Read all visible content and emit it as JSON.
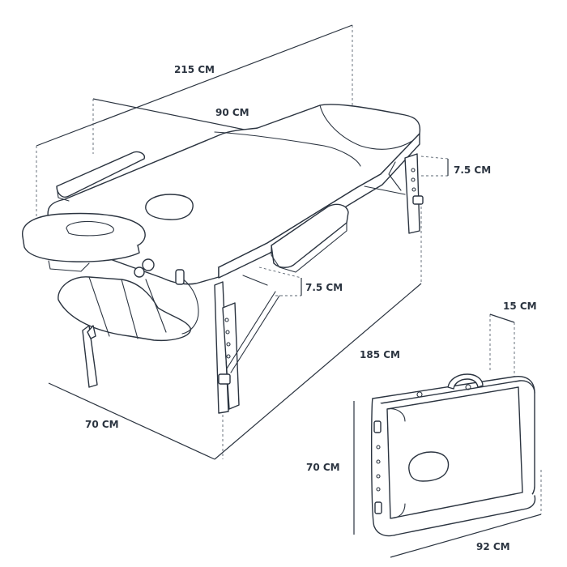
{
  "labels": {
    "length_215": "215 CM",
    "width_90": "90 CM",
    "thickness_top": "7.5 CM",
    "thickness_side": "7.5 CM",
    "length_185": "185 CM",
    "height_70": "70 CM",
    "case_thickness": "15 CM",
    "case_height": "70 CM",
    "case_width": "92 CM"
  },
  "colors": {
    "line": "#2b3440",
    "background": "#ffffff"
  }
}
